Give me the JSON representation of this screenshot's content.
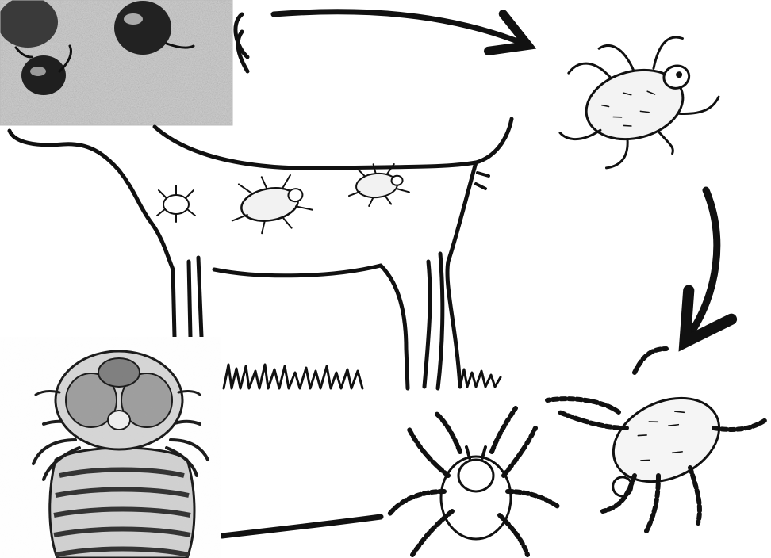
{
  "diagram": {
    "kind": "life-cycle",
    "style": "black-and-white sketch",
    "colors": {
      "ink": "#111111",
      "paper": "#ffffff",
      "photo_dark": "#2a2a2a",
      "photo_light": "#d8d8d8"
    },
    "stages": [
      {
        "id": "egg-mass",
        "icon": "tick-egg-photo-icon"
      },
      {
        "id": "nymph-tick",
        "icon": "nymph-tick-icon"
      },
      {
        "id": "adult-ticks",
        "icon": "adult-tick-pair-icon"
      },
      {
        "id": "larva",
        "icon": "tick-larva-icon"
      },
      {
        "id": "host",
        "icon": "goat-host-icon"
      }
    ],
    "arrows": [
      {
        "from": "egg-mass",
        "to": "nymph-tick"
      },
      {
        "from": "nymph-tick",
        "to": "adult-ticks"
      },
      {
        "from": "adult-ticks",
        "to": "larva"
      }
    ],
    "ticks_on_host": 3
  }
}
